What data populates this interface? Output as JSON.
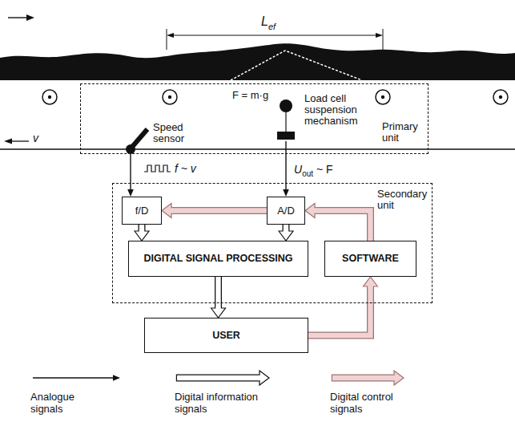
{
  "diagram": {
    "nodes": [
      {
        "text": [
          "Primary unit"
        ]
      },
      {
        "text": [
          "Speed sensor"
        ],
        "in": 0
      },
      {
        "text": [
          "Load cell suspension mechanism"
        ],
        "in": 0
      },
      {
        "text": [
          "Secondary unit"
        ]
      },
      {
        "text": [
          "f/D"
        ],
        "in": 3
      },
      {
        "text": [
          "A/D"
        ],
        "in": 3
      },
      {
        "text": [
          "DIGITAL SIGNAL PROCESSING"
        ],
        "in": 3
      },
      {
        "text": [
          "SOFTWARE"
        ],
        "in": 3
      },
      {
        "text": [
          "USER"
        ]
      }
    ],
    "edges": [
      {
        "from": 1,
        "to": 4,
        "arrow": "to",
        "label": "f ~ v"
      },
      {
        "from": 2,
        "to": 5,
        "arrow": "to"
      },
      {
        "from": 4,
        "to": 6,
        "arrow": "to"
      },
      {
        "from": 5,
        "to": 6,
        "arrow": "to"
      },
      {
        "from": 6,
        "to": 8,
        "arrow": "to"
      },
      {
        "from": 8,
        "to": 7,
        "arrow": "to"
      },
      {
        "from": 7,
        "to": 5,
        "arrow": "to"
      },
      {
        "from": 5,
        "to": 4,
        "arrow": "to"
      }
    ],
    "labels": [
      "L",
      "ef",
      "F = m·g",
      "v",
      "U",
      "out",
      "~ F"
    ],
    "legend": [
      {
        "text": "Analogue signals"
      },
      {
        "text": "Digital information signals"
      },
      {
        "text": "Digital control signals"
      }
    ]
  }
}
